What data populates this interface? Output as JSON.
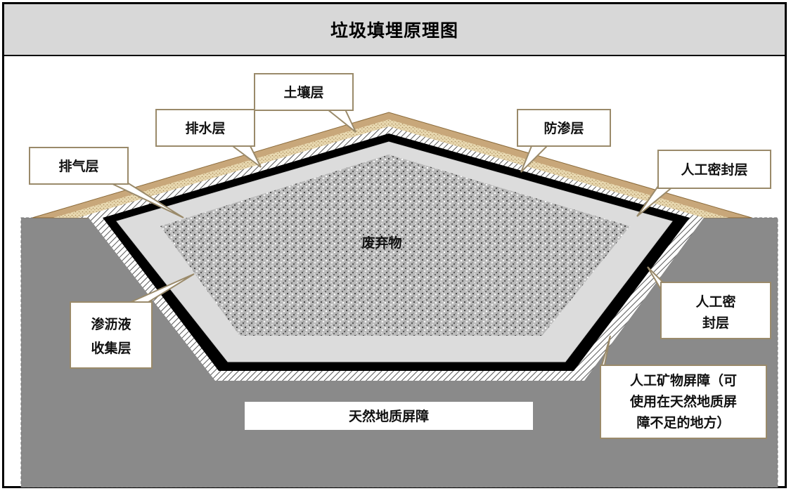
{
  "title": "垃圾填埋原理图",
  "labels": {
    "soil": "土壤层",
    "drainage": "排水层",
    "gas_vent": "排气层",
    "anti_seepage": "防渗层",
    "artificial_seal_top": "人工密封层",
    "waste": "废弃物",
    "artificial_seal_side_1": "人工密",
    "artificial_seal_side_2": "封层",
    "leachate_1": "渗沥液",
    "leachate_2": "收集层",
    "mineral_1": "人工矿物屏障（可",
    "mineral_2": "使用在天然地质屏",
    "mineral_3": "障不足的地方）",
    "natural_barrier": "天然地质屏障"
  },
  "colors": {
    "header_bg": "#d8d8d8",
    "ground": "#8a8a8a",
    "soil_cap": "#c8a77a",
    "drainage_sand": "#e8d8b0",
    "liner": "#000000",
    "leachate_layer": "#dcdcdc",
    "waste_gravel": "#b5b5b5",
    "callout_fill": "#ffffff",
    "callout_border": "#9a8a6a"
  }
}
